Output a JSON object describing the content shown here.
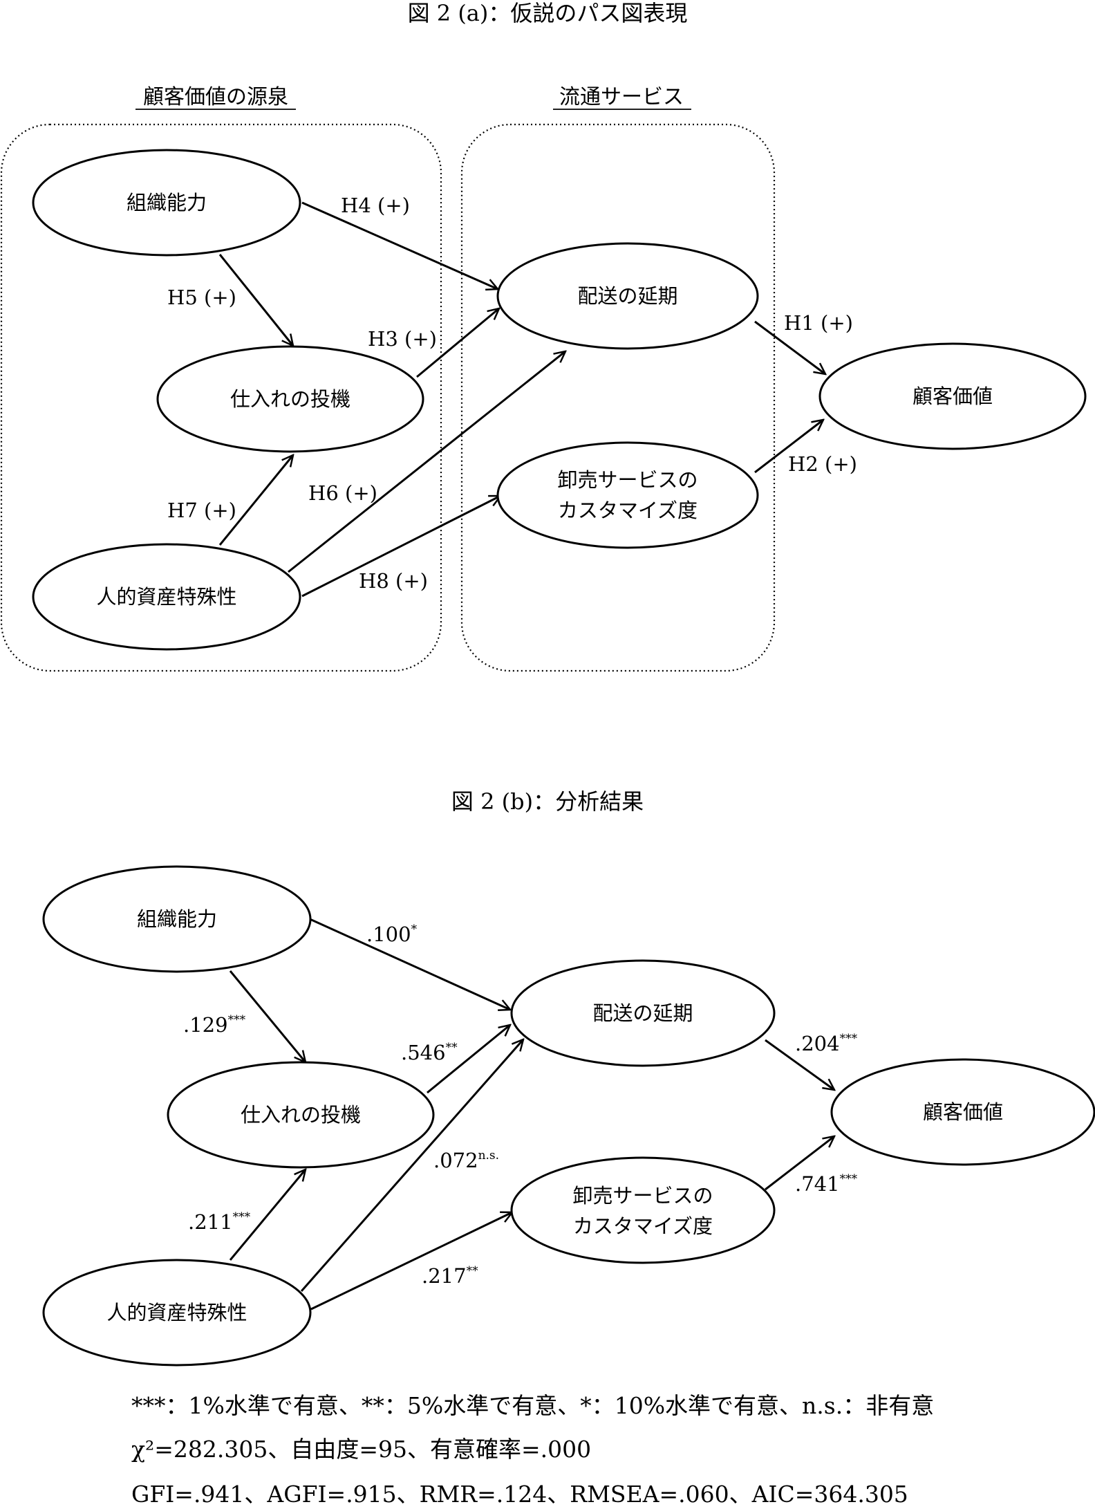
{
  "figure_a": {
    "title": "図 2 (a)：仮説のパス図表現",
    "groups": {
      "source": "顧客価値の源泉",
      "service": "流通サービス"
    },
    "nodes": {
      "org": "組織能力",
      "spec": "仕入れの投機",
      "asset": "人的資産特殊性",
      "delay": "配送の延期",
      "custom_line1": "卸売サービスの",
      "custom_line2": "カスタマイズ度",
      "value": "顧客価値"
    },
    "edges": {
      "h4": "H4 (+)",
      "h5": "H5 (+)",
      "h3": "H3 (+)",
      "h1": "H1 (+)",
      "h2": "H2 (+)",
      "h6": "H6 (+)",
      "h7": "H7 (+)",
      "h8": "H8 (+)"
    }
  },
  "figure_b": {
    "title": "図 2 (b)：分析結果",
    "nodes": {
      "org": "組織能力",
      "spec": "仕入れの投機",
      "asset": "人的資産特殊性",
      "delay": "配送の延期",
      "custom_line1": "卸売サービスの",
      "custom_line2": "カスタマイズ度",
      "value": "顧客価値"
    },
    "edges": {
      "org_delay": {
        "value": ".100",
        "sig": "*"
      },
      "org_spec": {
        "value": ".129",
        "sig": "***"
      },
      "spec_delay": {
        "value": ".546",
        "sig": "**"
      },
      "asset_delay": {
        "value": ".072",
        "sig": "n.s."
      },
      "delay_value": {
        "value": ".204",
        "sig": "***"
      },
      "custom_value": {
        "value": ".741",
        "sig": "***"
      },
      "asset_spec": {
        "value": ".211",
        "sig": "***"
      },
      "asset_custom": {
        "value": ".217",
        "sig": "**"
      }
    }
  },
  "footnotes": {
    "significance": "***：1%水準で有意、**：5%水準で有意、*：10%水準で有意、n.s.：非有意",
    "chi": "χ²=282.305、自由度=95、有意確率=.000",
    "fit": "GFI=.941、AGFI=.915、RMR=.124、RMSEA=.060、AIC=364.305"
  }
}
